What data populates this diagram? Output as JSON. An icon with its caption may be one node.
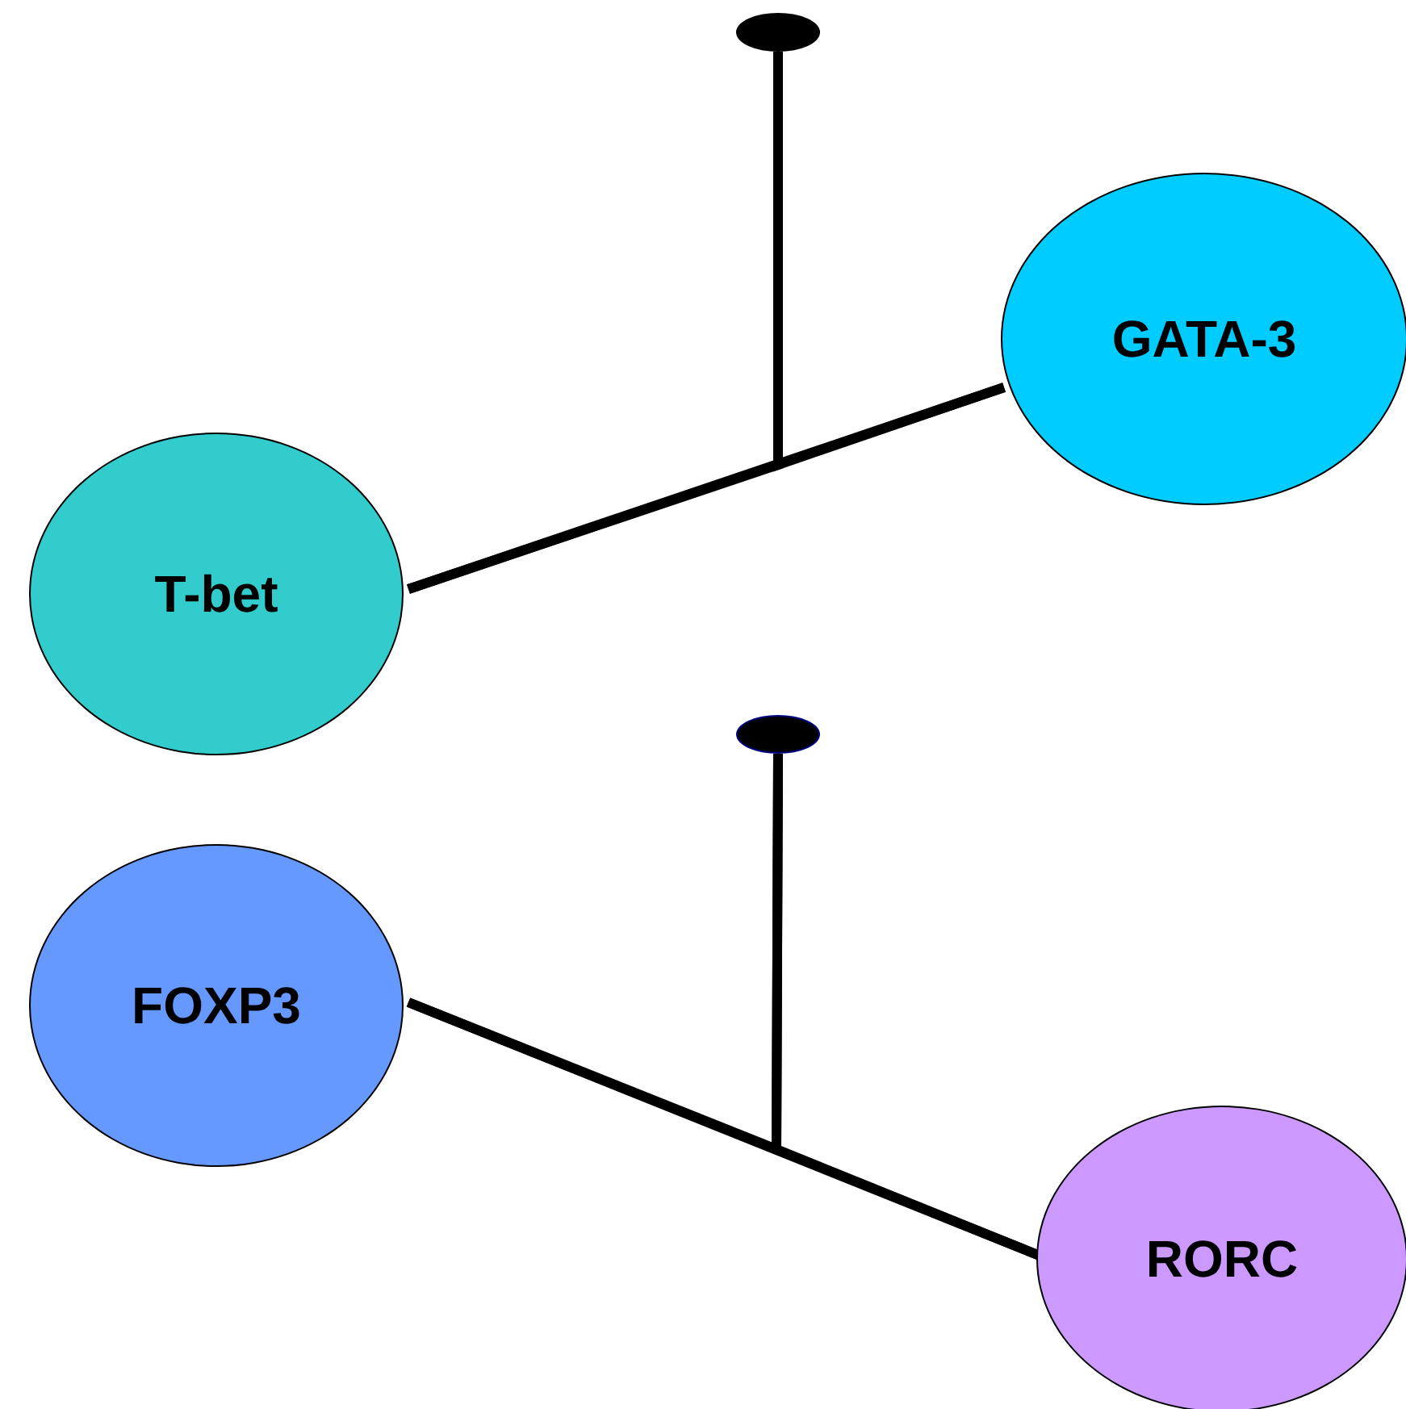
{
  "diagram": {
    "nodes": [
      {
        "text": [],
        "shape": "circle"
      },
      {
        "text": [
          "GATA-3"
        ]
      },
      {
        "text": [
          "T-bet"
        ]
      },
      {
        "text": [],
        "shape": "circle"
      },
      {
        "text": [
          "FOXP3"
        ]
      },
      {
        "text": [
          "RORC"
        ]
      }
    ],
    "edges": [
      {
        "from": 2,
        "to": 1,
        "arrow": "none"
      },
      {
        "from": 0,
        "to": 2,
        "arrow": "none"
      },
      {
        "from": 0,
        "to": 1,
        "arrow": "none"
      },
      {
        "from": 4,
        "to": 5,
        "arrow": "none"
      },
      {
        "from": 3,
        "to": 4,
        "arrow": "none"
      },
      {
        "from": 3,
        "to": 5,
        "arrow": "none"
      }
    ]
  }
}
